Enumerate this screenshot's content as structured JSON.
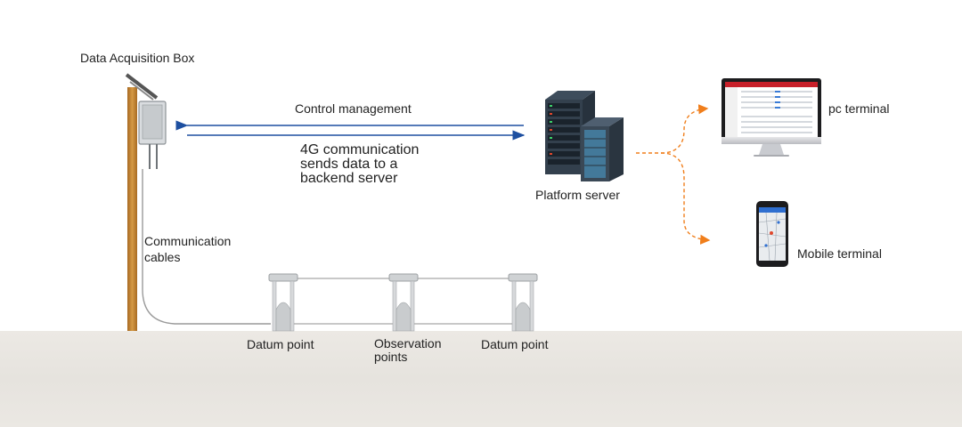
{
  "labels": {
    "acquisition_box": "Data Acquisition Box",
    "control": "Control management",
    "comm_4g_line1": "4G communication",
    "comm_4g_line2": "sends data to a",
    "comm_4g_line3": "backend server",
    "platform_server": "Platform server",
    "pc_terminal": "pc terminal",
    "mobile_terminal": "Mobile terminal",
    "comm_cables_line1": "Communication",
    "comm_cables_line2": "cables",
    "datum_left": "Datum point",
    "observation_line1": "Observation",
    "observation_line2": "points",
    "datum_right": "Datum point"
  },
  "colors": {
    "arrow": "#1d4fa0",
    "dashed_link": "#f07e1b",
    "pole": "#c8862f",
    "ground": "#e8e5e0",
    "pc_screen_header": "#c8202a",
    "mobile_header": "#2f6fd0"
  },
  "icons": [
    "acquisition-box-icon",
    "solar-panel-icon",
    "server-rack-icon",
    "pc-monitor-icon",
    "mobile-phone-icon",
    "datum-marker-icon"
  ]
}
